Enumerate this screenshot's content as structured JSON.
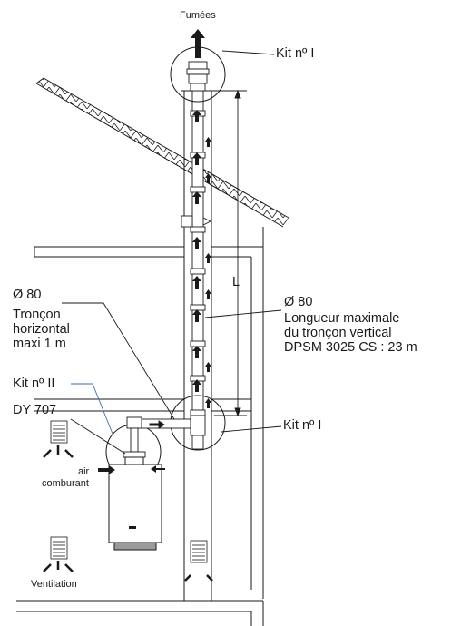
{
  "labels": {
    "fumees": "Fumées",
    "kit_top": "Kit nº I",
    "kit_bottom": "Kit nº I",
    "kit_ii": "Kit nº II",
    "dy707": "DY 707",
    "diam_left": "Ø 80",
    "horiz_line1": "Tronçon",
    "horiz_line2": "horizontal",
    "horiz_line3": "maxi 1 m",
    "diam_right": "Ø 80",
    "vert_line1": "Longueur maximale",
    "vert_line2": "du tronçon vertical",
    "vert_line3": "DPSM 3025 CS : 23 m",
    "dim_l": "L",
    "air_line1": "air",
    "air_line2": "comburant",
    "ventilation": "Ventilation"
  },
  "colors": {
    "line": "#1a1a1a",
    "leader_blue": "#3a6fb0",
    "grey": "#9a9a9a"
  }
}
